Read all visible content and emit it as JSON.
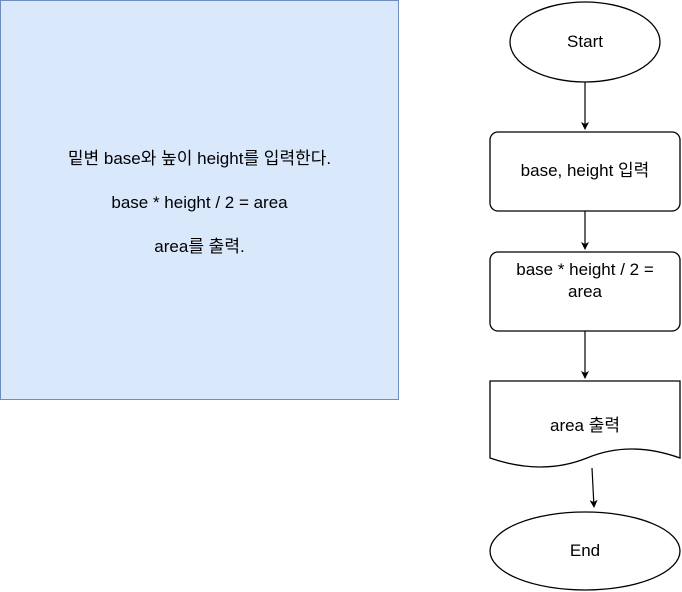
{
  "note": {
    "line1": "밑변 base와 높이 height를 입력한다.",
    "line2": "base * height / 2 = area",
    "line3": "area를 출력."
  },
  "flowchart": {
    "start": "Start",
    "input": "base, height 입력",
    "process": "base * height / 2 = area",
    "output": "area 출력",
    "end": "End"
  },
  "colors": {
    "note_fill": "#dae8fc",
    "note_border": "#6c8ebf",
    "shape_stroke": "#000000"
  }
}
